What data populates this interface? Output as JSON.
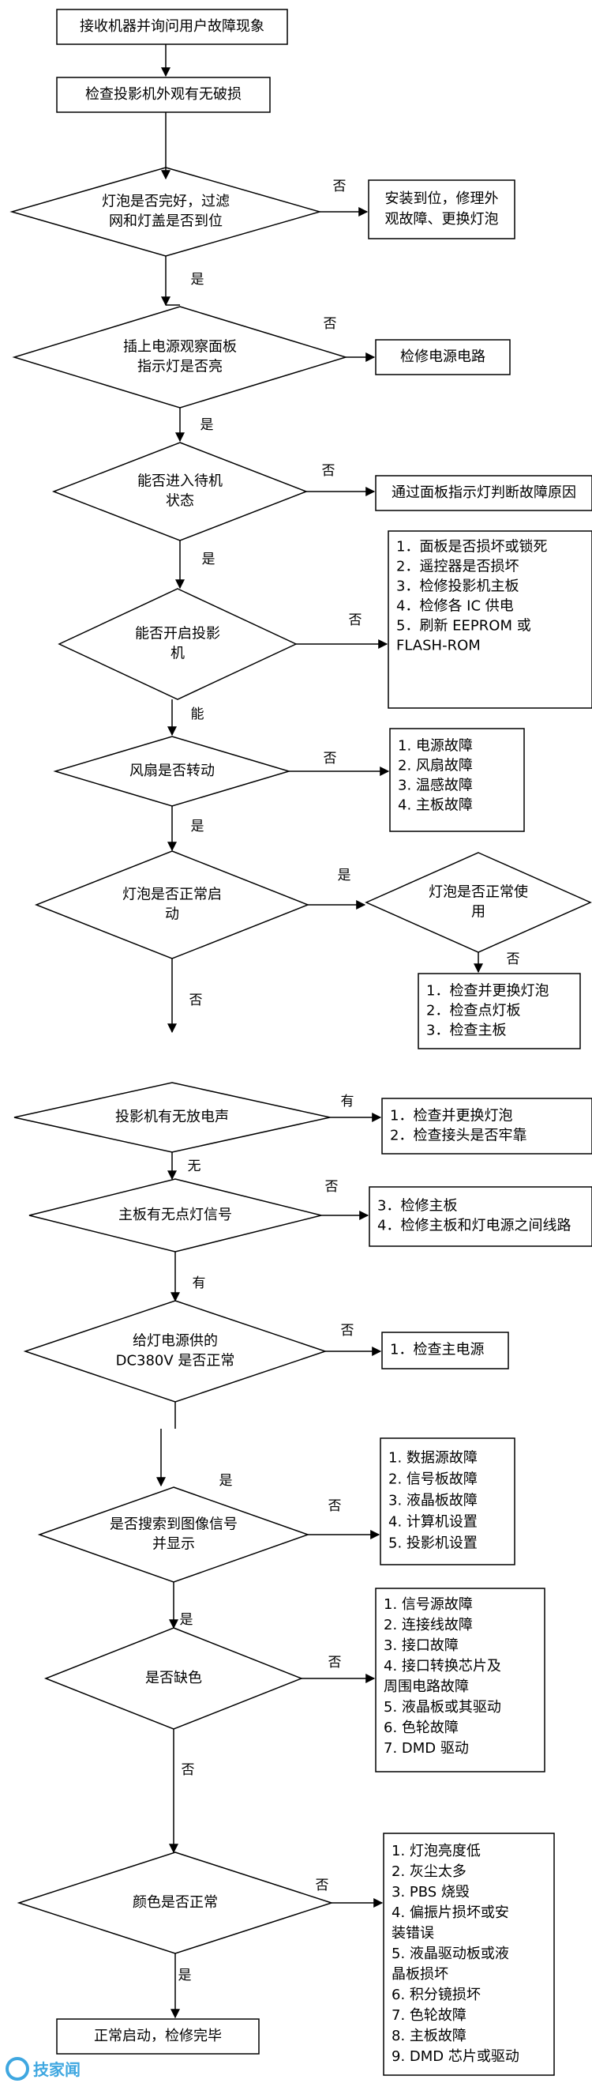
{
  "flowchart": {
    "steps": [
      "接收机器并询问用户故障现象",
      "检查投影机外观有无破损"
    ],
    "decisions": [
      {
        "lines": [
          "灯泡是否完好，过滤",
          "网和灯盖是否到位"
        ],
        "no_label": "否",
        "yes_label": "是"
      },
      {
        "lines": [
          "插上电源观察面板",
          "指示灯是否亮"
        ],
        "no_label": "否",
        "yes_label": "是"
      },
      {
        "lines": [
          "能否进入待机",
          "状态"
        ],
        "no_label": "否",
        "yes_label": "是"
      },
      {
        "lines": [
          "能否开启投影",
          "机"
        ],
        "no_label": "否",
        "yes_label": "能"
      },
      {
        "lines": [
          "风扇是否转动"
        ],
        "no_label": "否",
        "yes_label": "是"
      },
      {
        "lines": [
          "灯泡是否正常启",
          "动"
        ],
        "yes_label": "是",
        "no_label": "否"
      },
      {
        "lines": [
          "灯泡是否正常使",
          "用"
        ],
        "no_label": "否"
      },
      {
        "lines": [
          "投影机有无放电声"
        ],
        "yes_label": "有",
        "no_label": "无"
      },
      {
        "lines": [
          "主板有无点灯信号"
        ],
        "no_label": "否",
        "yes_label": "有"
      },
      {
        "lines": [
          "给灯电源供的",
          "DC380V 是否正常"
        ],
        "no_label": "否"
      },
      {
        "lines": [
          "是否搜索到图像信号",
          "并显示"
        ],
        "yes_label": "是",
        "no_label": "否"
      },
      {
        "lines": [
          "是否缺色"
        ],
        "yes_label": "是",
        "no_label": "否"
      },
      {
        "lines": [
          "颜色是否正常"
        ],
        "no_label": "否",
        "yes_label": "是"
      }
    ],
    "actions": [
      {
        "lines": [
          "安装到位，修理外",
          "观故障、更换灯泡"
        ]
      },
      {
        "lines": [
          "检修电源电路"
        ]
      },
      {
        "lines": [
          "通过面板指示灯判断故障原因"
        ]
      },
      {
        "lines": [
          "1．面板是否损坏或锁死",
          "2．遥控器是否损坏",
          "3．检修投影机主板",
          "4．检修各 IC 供电",
          "5．刷新 EEPROM 或",
          "FLASH-ROM"
        ]
      },
      {
        "lines": [
          "1. 电源故障",
          "2. 风扇故障",
          "3. 温感故障",
          "4. 主板故障"
        ]
      },
      {
        "lines": [
          "1．检查并更换灯泡",
          "2．检查点灯板",
          "3．检查主板"
        ]
      },
      {
        "lines": [
          "1．检查并更换灯泡",
          "2．检查接头是否牢靠"
        ]
      },
      {
        "lines": [
          "3．检修主板",
          "4．检修主板和灯电源之间线路"
        ]
      },
      {
        "lines": [
          "1．检查主电源"
        ]
      },
      {
        "lines": [
          "1. 数据源故障",
          "2. 信号板故障",
          "3. 液晶板故障",
          "4. 计算机设置",
          "5. 投影机设置"
        ]
      },
      {
        "lines": [
          "1. 信号源故障",
          "2. 连接线故障",
          "3. 接口故障",
          "4. 接口转换芯片及",
          "周围电路故障",
          "5. 液晶板或其驱动",
          "6. 色轮故障",
          "7. DMD 驱动"
        ]
      },
      {
        "lines": [
          "1. 灯泡亮度低",
          "2. 灰尘太多",
          "3. PBS 烧毁",
          "4. 偏振片损坏或安",
          "装错误",
          "5. 液晶驱动板或液",
          "晶板损坏",
          "6. 积分镜损坏",
          "7. 色轮故障",
          "8. 主板故障",
          "9. DMD 芯片或驱动"
        ]
      }
    ],
    "end": "正常启动，检修完毕"
  },
  "watermark": "技家闻"
}
